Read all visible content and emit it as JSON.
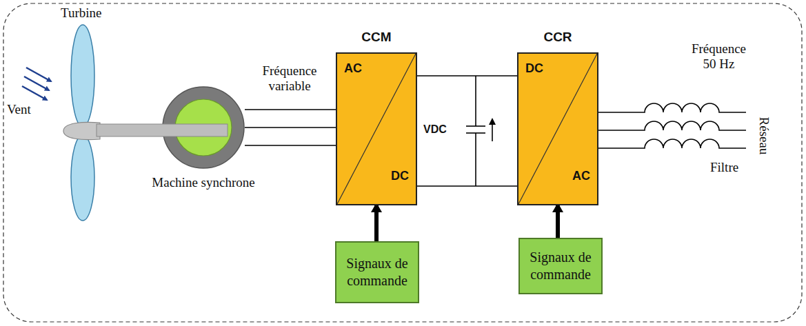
{
  "diagram": {
    "nodes": [
      {
        "text": [
          "Machine synchrone"
        ]
      },
      {
        "text": [
          "CCM",
          "AC",
          "DC"
        ]
      },
      {
        "text": [
          "CCR",
          "DC",
          "AC"
        ]
      },
      {
        "text": [
          "Signaux de commande"
        ]
      },
      {
        "text": [
          "Signaux de commande"
        ]
      }
    ],
    "edges": [
      {
        "from": 0,
        "to": 1,
        "arrow": "none"
      },
      {
        "from": 1,
        "to": 2,
        "arrow": "none"
      },
      {
        "from": 3,
        "to": 1,
        "arrow": "to"
      },
      {
        "from": 4,
        "to": 2,
        "arrow": "to"
      }
    ],
    "labels": [
      "Turbine",
      "Vent",
      "Fréquence variable",
      "VDC",
      "Fréquence 50 Hz",
      "Filtre",
      "Réseau"
    ]
  }
}
